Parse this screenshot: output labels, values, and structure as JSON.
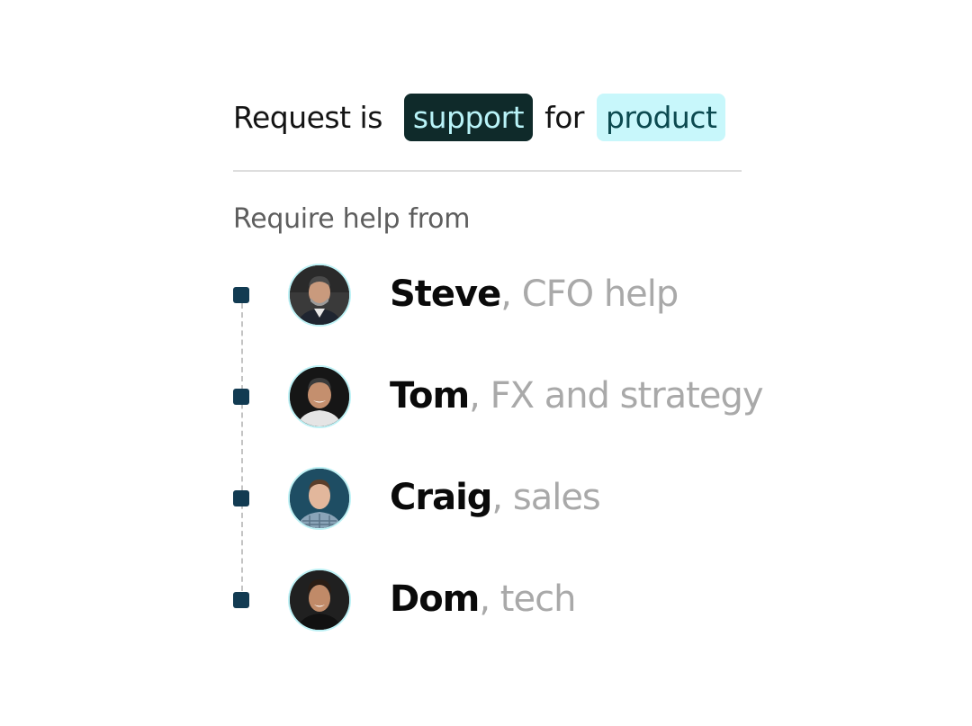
{
  "request": {
    "prefix": "Request is ",
    "type_tag": "support",
    "connector": "for",
    "target_tag": "product"
  },
  "section_label": "Require help from",
  "people": [
    {
      "name": "Steve",
      "role": ", CFO help",
      "avatar_icon": "avatar-steve"
    },
    {
      "name": "Tom",
      "role": ", FX and strategy",
      "avatar_icon": "avatar-tom"
    },
    {
      "name": "Craig",
      "role": ", sales",
      "avatar_icon": "avatar-craig"
    },
    {
      "name": "Dom",
      "role": ", tech",
      "avatar_icon": "avatar-dom"
    }
  ],
  "colors": {
    "dark_pill_bg": "#0f2a2a",
    "dark_pill_text": "#b9f3f8",
    "light_pill_bg": "#c8f7fb",
    "light_pill_text": "#0c4a50",
    "bullet": "#123b52",
    "role_text": "#a9a9a9"
  }
}
